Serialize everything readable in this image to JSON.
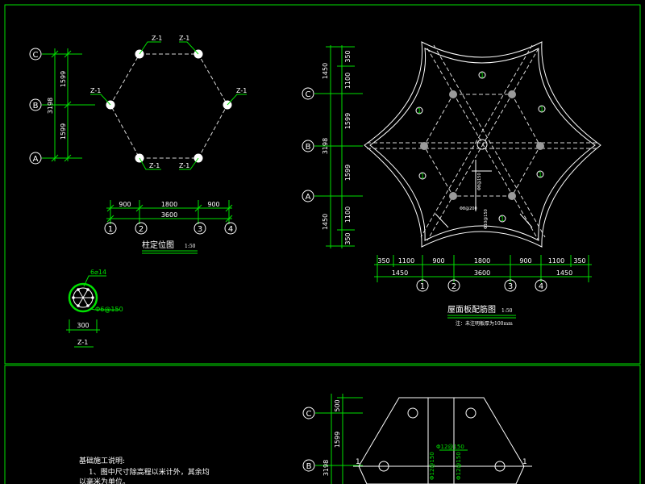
{
  "axes": {
    "A": "A",
    "B": "B",
    "C": "C",
    "n1": "1",
    "n2": "2",
    "n3": "3",
    "n4": "4"
  },
  "column_plan": {
    "title": "柱定位图",
    "scale": "1:50",
    "column_tag": "Z-1",
    "dims_v": [
      "1599",
      "1599"
    ],
    "dim_v_total": "3198",
    "dims_h": [
      "900",
      "1800",
      "900"
    ],
    "dim_h_total": "3600"
  },
  "column_section": {
    "rebar": "6⌀14",
    "stirrup": "Φ6@150",
    "diameter": "300",
    "label": "Z-1"
  },
  "roof_plan": {
    "title": "屋面板配筋图",
    "scale": "1:50",
    "note": "注：未注明板厚为100mm",
    "slab_mark": "1",
    "dims_v": [
      "350",
      "1100",
      "1599",
      "1599",
      "1100",
      "350"
    ],
    "dims_v_outer": [
      "1450",
      "3198",
      "1450"
    ],
    "dims_h": [
      "350",
      "1100",
      "900",
      "1800",
      "900",
      "1100",
      "350"
    ],
    "dims_h_outer": [
      "1450",
      "3600",
      "1450"
    ],
    "rebar_a": "Φ8@150",
    "rebar_b": "Φ8@200",
    "rebar_c": "Φ10@150"
  },
  "foundation_plan": {
    "dims_v": [
      "500",
      "1599"
    ],
    "dim_v_total": "3198",
    "rebar": "Φ12@150",
    "section_mark": "1"
  },
  "foundation_notes": {
    "heading": "基础施工说明:",
    "line1": "1、图中尺寸除高程以米计外，其余均",
    "line2": "以毫米为单位。"
  },
  "colors": {
    "frame": "#00e000",
    "line": "#ffffff",
    "background": "#000000"
  }
}
